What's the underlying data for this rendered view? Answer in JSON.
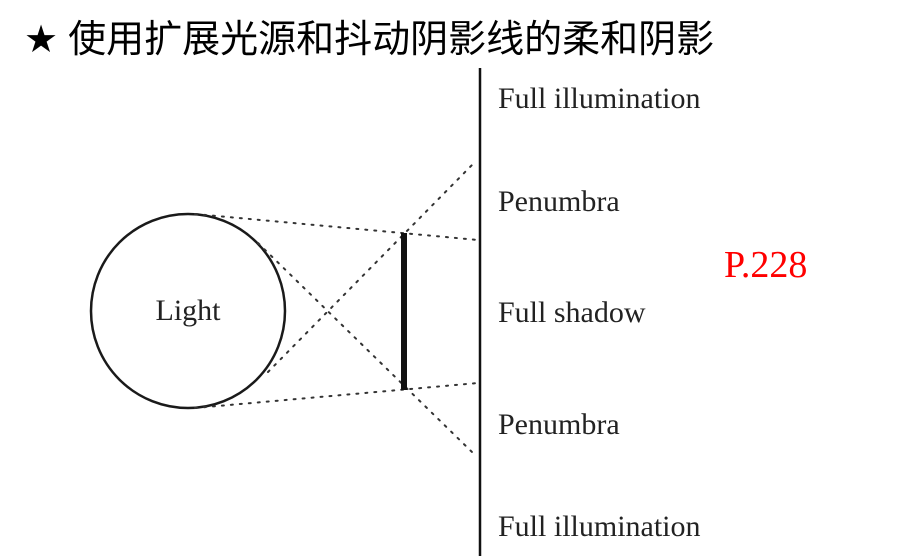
{
  "title": {
    "star_icon": "★",
    "text": "使用扩展光源和抖动阴影线的柔和阴影"
  },
  "diagram": {
    "light_label": "Light",
    "zones": [
      "Full illumination",
      "Penumbra",
      "Full shadow",
      "Penumbra",
      "Full illumination"
    ],
    "page_ref": "P.228",
    "colors": {
      "page_ref": "#ff0000",
      "lines": "#000000"
    }
  }
}
